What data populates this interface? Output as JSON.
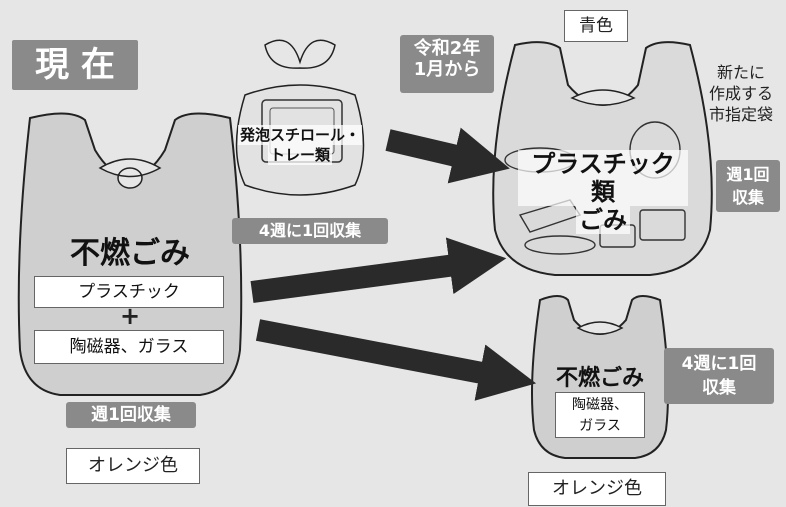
{
  "current": {
    "label": "現 在"
  },
  "left_bag": {
    "title": "不燃ごみ",
    "item1": "プラスチック",
    "plus": "+",
    "item2": "陶磁器、ガラス",
    "schedule": "週1回収集",
    "color_label": "オレンジ色"
  },
  "styrofoam_bag": {
    "label_line1": "発泡スチロール・",
    "label_line2": "トレー類",
    "schedule": "4週に1回収集"
  },
  "transition": {
    "line1": "令和2年",
    "line2": "1月から"
  },
  "plastic_bag": {
    "color_label": "青色",
    "note_line1": "新たに",
    "note_line2": "作成する",
    "note_line3": "市指定袋",
    "title_line1": "プラスチック類",
    "title_line2": "ごみ",
    "schedule_line1": "週1回",
    "schedule_line2": "収集"
  },
  "right_bag": {
    "title": "不燃ごみ",
    "item_line1": "陶磁器、",
    "item_line2": "ガラス",
    "schedule_line1": "4週に1回",
    "schedule_line2": "収集",
    "color_label": "オレンジ色"
  },
  "colors": {
    "bag_fill": "#cfcfcf",
    "badge": "#8a8a8a",
    "arrow": "#2a2a2a"
  }
}
